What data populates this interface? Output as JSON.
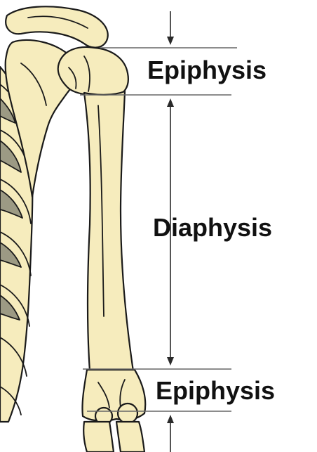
{
  "labels": {
    "top_epiphysis": "Epiphysis",
    "diaphysis": "Diaphysis",
    "bottom_epiphysis": "Epiphysis"
  },
  "colors": {
    "bone_fill": "#f6ecbd",
    "bone_shadow": "#9c9a84",
    "outline": "#1a1a1a",
    "guide_lines": "#666666",
    "text": "#111111"
  }
}
